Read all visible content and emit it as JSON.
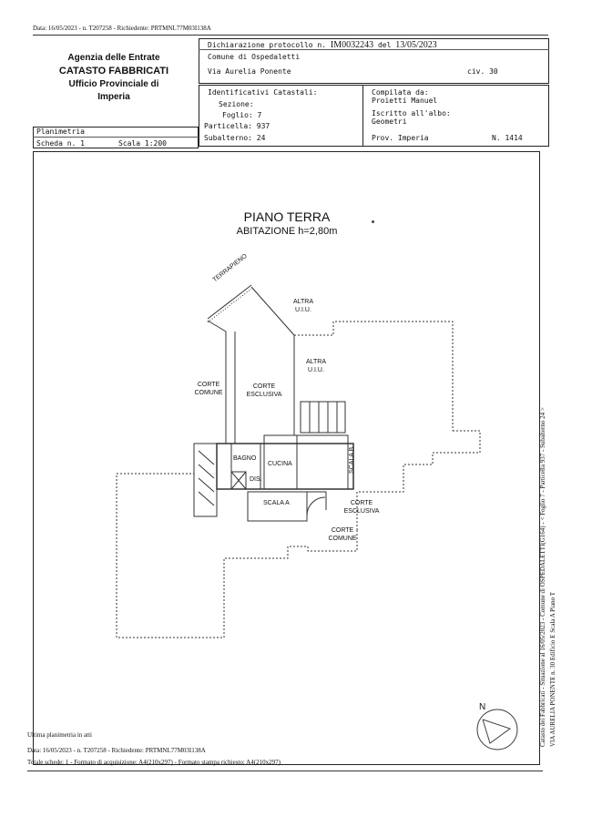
{
  "top_line": "Data: 16/05/2023 - n. T207258 - Richiedente: PRTMNL77M03I138A",
  "agency": {
    "line1": "Agenzia delle Entrate",
    "line2": "CATASTO FABBRICATI",
    "line3": "Ufficio Provinciale di",
    "line4": "Imperia"
  },
  "header": {
    "dichiarazione_label": "Dichiarazione protocollo n.",
    "protocollo": "IM0032243",
    "del_label": "del",
    "date": "13/05/2023",
    "comune": "Comune di Ospedaletti",
    "via": "Via Aurelia Ponente",
    "civ": "civ. 30",
    "ident_label": "Identificativi Catastali:",
    "sezione": "Sezione:",
    "foglio": "Foglio: 7",
    "particella": "Particella: 937",
    "subalterno": "Subalterno: 24",
    "compilata_label": "Compilata da:",
    "compilata_nome": "Proietti Manuel",
    "iscritto_label": "Iscritto all'albo:",
    "iscritto_val": "Geometri",
    "prov": "Prov. Imperia",
    "numero": "N. 1414"
  },
  "scheda": {
    "planimetria": "Planimetria",
    "scheda": "Scheda n. 1",
    "scala": "Scala 1:200"
  },
  "plan": {
    "title": "PIANO TERRA",
    "subtitle": "ABITAZIONE h=2,80m",
    "terrapieno": "TERRAPIENO",
    "altra_uiu_1a": "ALTRA",
    "altra_uiu_1b": "U.I.U.",
    "altra_uiu_2a": "ALTRA",
    "altra_uiu_2b": "U.I.U.",
    "corte_comune_1a": "CORTE",
    "corte_comune_1b": "COMUNE",
    "corte_esclusiva_1a": "CORTE",
    "corte_esclusiva_1b": "ESCLUSIVA",
    "bagno": "BAGNO",
    "cucina": "CUCINA",
    "dis": "DIS.",
    "scala_a": "SCALA A",
    "scala_b": "SCALA B",
    "corte_esclusiva_2a": "CORTE",
    "corte_esclusiva_2b": "ESCLUSIVA",
    "corte_comune_2a": "CORTE",
    "corte_comune_2b": "COMUNE",
    "north": "N"
  },
  "footer": {
    "ultima": "Ultima planimetria in atti",
    "data_line": "Data: 16/05/2023 - n. T207258 - Richiedente: PRTMNL77M03I138A",
    "totale_line": "Totale schede: 1 - Formato di acquisizione: A4(210x297) - Formato stampa richiesto: A4(210x297)"
  },
  "side": {
    "line1": "Catasto dei Fabbricati - Situazione al 16/05/2023 - Comune di OSPEDALETTI(G164) - < Foglio 7 - Particella 937 - Subalterno 24 >",
    "line2": "VIA AURELIA PONENTE n. 30 Edificio E Scala A Piano T"
  }
}
